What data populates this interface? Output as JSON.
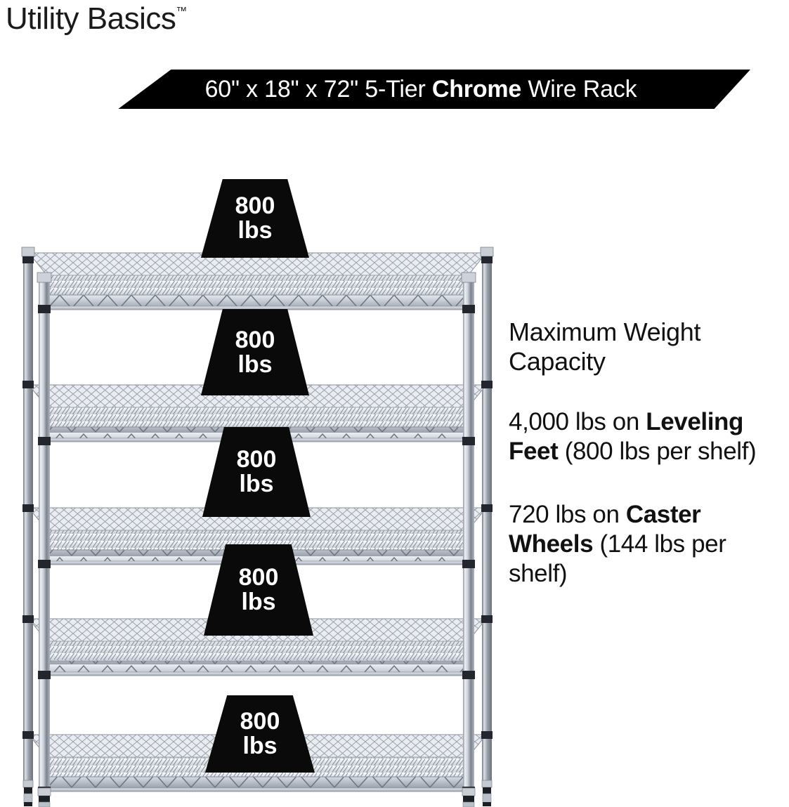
{
  "brand": {
    "name": "Utility Basics",
    "trademark": "™"
  },
  "banner": {
    "dimensions": "60\" x 18\" x 72\"",
    "tier": "5-Tier",
    "material": "Chrome",
    "product": "Wire Rack",
    "full_text": "60\" x 18\" x 72\" 5-Tier Chrome Wire Rack",
    "background_color": "#000000",
    "text_color": "#ffffff"
  },
  "product": {
    "type": "wire-shelving-rack",
    "shelf_count": 5,
    "finish": "Chrome",
    "width_in": 60,
    "depth_in": 18,
    "height_in": 72
  },
  "badges": [
    {
      "num": "800",
      "unit": "lbs"
    },
    {
      "num": "800",
      "unit": "lbs"
    },
    {
      "num": "800",
      "unit": "lbs"
    },
    {
      "num": "800",
      "unit": "lbs"
    },
    {
      "num": "800",
      "unit": "lbs"
    }
  ],
  "info": {
    "heading": "Maximum Weight Capacity",
    "leveling": {
      "lead": "4,000 lbs on ",
      "bold": "Leveling Feet",
      "tail": " (800 lbs per shelf)"
    },
    "caster": {
      "lead": "720 lbs on ",
      "bold": "Caster Wheels",
      "tail": " (144 lbs per shelf)"
    }
  },
  "colors": {
    "background": "#ffffff",
    "text": "#111111",
    "badge_fill": "#0a0a0a",
    "badge_text": "#ffffff",
    "chrome_light": "#f2f4f7",
    "chrome_mid": "#b9bfc9",
    "chrome_dark": "#5d646e",
    "collar": "#2b2f36"
  }
}
